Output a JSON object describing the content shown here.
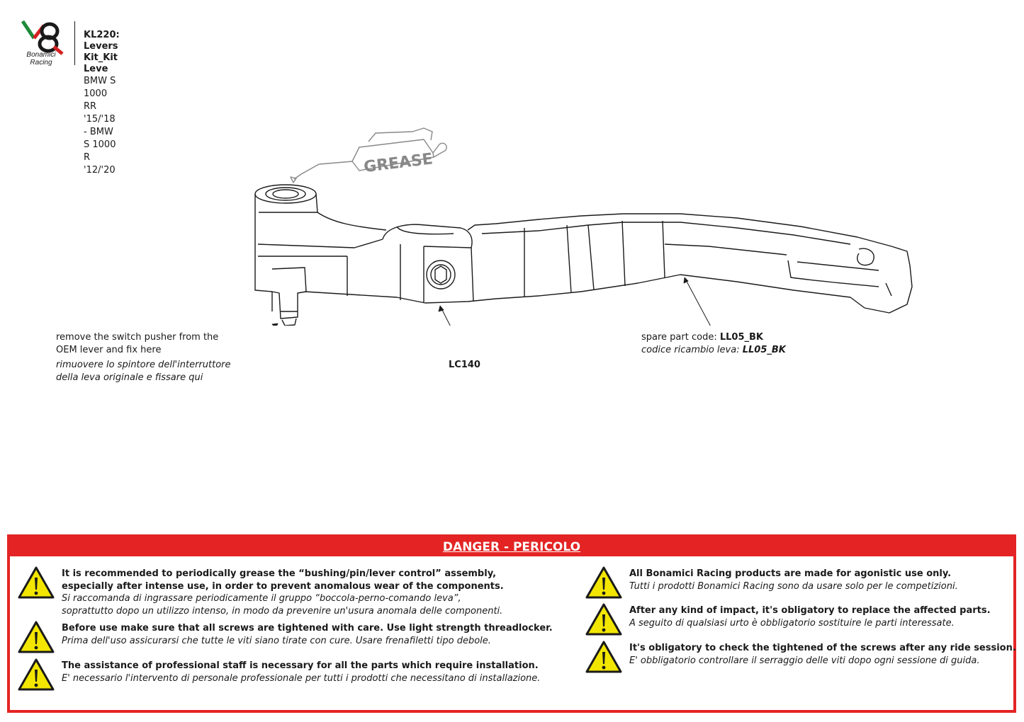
{
  "header": {
    "logo_text_1": "Bonamici",
    "logo_text_2": "Racing",
    "title": "KL220: Levers Kit_Kit Leve",
    "subtitle": "BMW S 1000 RR '15/'18 - BMW S 1000 R '12/'20"
  },
  "drawing": {
    "grease_label": "GREASE",
    "switch_note_en_1": "remove the switch pusher from the",
    "switch_note_en_2": "OEM lever and fix here",
    "switch_note_it_1": "rimuovere lo spintore dell'interruttore",
    "switch_note_it_2": "della leva originale e fissare qui",
    "part_lc140": "LC140",
    "spare_en_prefix": "spare part code: ",
    "spare_en_code": "LL05_BK",
    "spare_it_prefix": "codice ricambio leva: ",
    "spare_it_code": "LL05_BK"
  },
  "danger": {
    "heading": "DANGER - PERICOLO",
    "left": [
      {
        "en": [
          "It is recommended to periodically grease the “bushing/pin/lever control” assembly,",
          "especially after intense use, in order to prevent anomalous wear of the components."
        ],
        "it": [
          "Si raccomanda di ingrassare periodicamente il gruppo “boccola-perno-comando leva”,",
          "soprattutto dopo un utilizzo intenso, in modo da prevenire un'usura anomala delle componenti."
        ]
      },
      {
        "en": [
          "Before use make sure that all screws are tightened with care. Use light strength threadlocker."
        ],
        "it": [
          "Prima dell'uso assicurarsi che tutte le viti siano tirate con cure. Usare frenafiletti tipo debole."
        ]
      },
      {
        "en": [
          "The assistance of professional staff is necessary for all the parts which require installation."
        ],
        "it": [
          "E' necessario l'intervento di personale professionale per tutti i prodotti che necessitano di installazione."
        ]
      }
    ],
    "right": [
      {
        "en": [
          "All Bonamici Racing products are made for agonistic use only."
        ],
        "it": [
          "Tutti i prodotti Bonamici Racing sono da usare solo per le competizioni."
        ]
      },
      {
        "en": [
          "After any kind of impact, it's obligatory to replace the affected parts."
        ],
        "it": [
          "A seguito di qualsiasi urto è obbligatorio sostituire le parti interessate."
        ]
      },
      {
        "en": [
          "It's obligatory to check the tightened of the screws after any ride session."
        ],
        "it": [
          "E' obbligatorio controllare il serraggio delle viti dopo ogni sessione di guida."
        ]
      }
    ]
  },
  "colors": {
    "danger_red": "#e42424",
    "warning_yellow": "#f2e600",
    "logo_green": "#1f8a3a",
    "logo_red": "#d42020"
  }
}
